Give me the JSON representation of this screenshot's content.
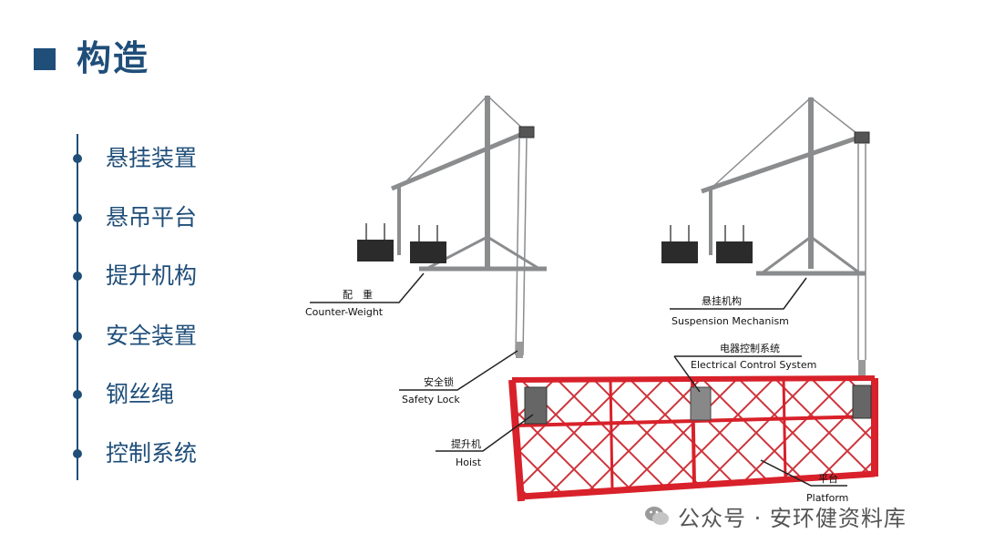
{
  "slide": {
    "title": "构造"
  },
  "items": [
    {
      "label": "悬挂装置"
    },
    {
      "label": "悬吊平台"
    },
    {
      "label": "提升机构"
    },
    {
      "label": "安全装置"
    },
    {
      "label": "钢丝绳"
    },
    {
      "label": "控制系统"
    }
  ],
  "diagram": {
    "callouts": {
      "counterweight": {
        "cn": "配　重",
        "en": "Counter-Weight"
      },
      "suspension": {
        "cn": "悬挂机构",
        "en": "Suspension Mechanism"
      },
      "electrical": {
        "cn": "电器控制系统",
        "en": "Electrical Control System"
      },
      "safety_lock": {
        "cn": "安全锁",
        "en": "Safety Lock"
      },
      "hoist": {
        "cn": "提升机",
        "en": "Hoist"
      },
      "platform": {
        "cn": "平台",
        "en": "Platform"
      }
    }
  },
  "watermark": {
    "text": "公众号 · 安环健资料库"
  },
  "colors": {
    "accent": "#1f4e79",
    "platform_red": "#d8212a",
    "frame_gray": "#8a8c8e"
  }
}
